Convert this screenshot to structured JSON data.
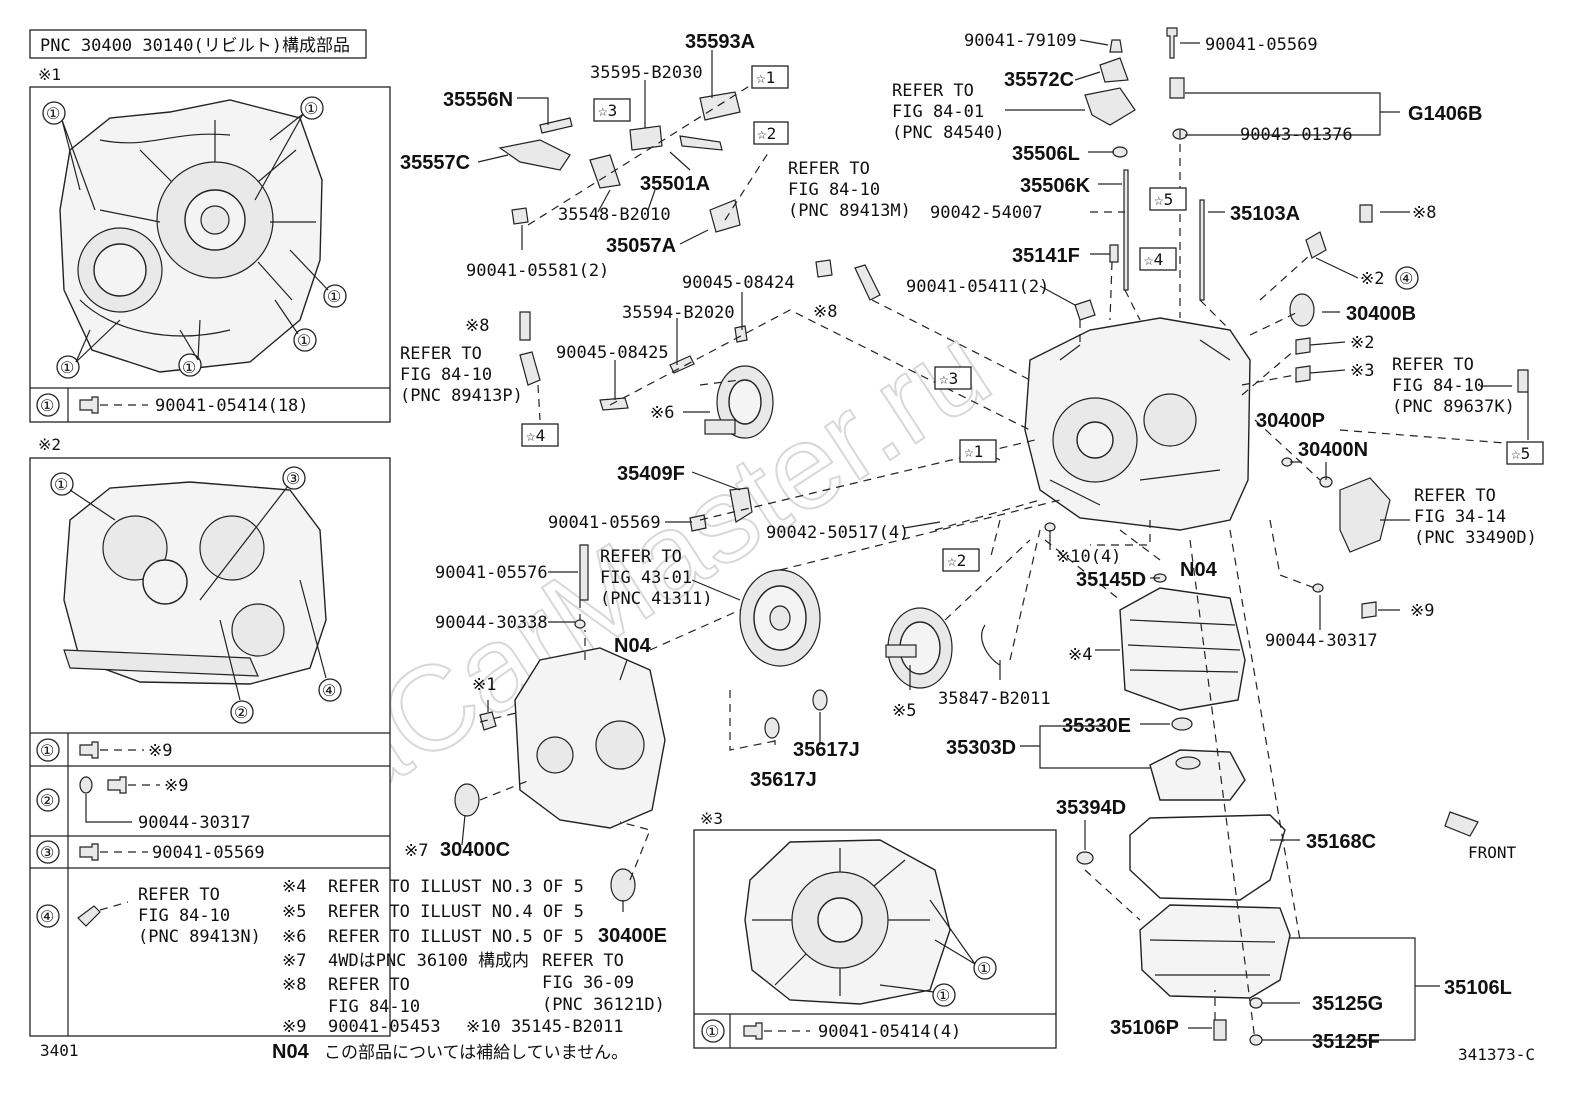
{
  "header": {
    "title": "PNC 30400 30140(リビルト)構成部品"
  },
  "markers": {
    "m1": "※1",
    "m2": "※2",
    "m3": "※3"
  },
  "watermark": "ToyotaCarMaster.ru",
  "panel1": {
    "circ": "①",
    "row_code": "90041-05414(18)"
  },
  "panel2": {
    "circ1": "①",
    "circ2": "②",
    "circ3": "③",
    "circ4": "④",
    "row1": "※9",
    "row2a": "※9",
    "row2b": "90044-30317",
    "row3": "90041-05569",
    "row4": [
      "REFER TO",
      "FIG 84-10",
      "(PNC 89413N)"
    ]
  },
  "panel3": {
    "circ": "①",
    "row_code": "90041-05414(4)"
  },
  "stars": {
    "s1": "☆1",
    "s2": "☆2",
    "s3": "☆3",
    "s4": "☆4",
    "s5": "☆5"
  },
  "labels": {
    "p35593A": "35593A",
    "p35595": "35595-B2030",
    "p35556N": "35556N",
    "p35557C": "35557C",
    "p35501A": "35501A",
    "p35548": "35548-B2010",
    "p35057A": "35057A",
    "p90041_05581": "90041-05581(2)",
    "p90045_08424": "90045-08424",
    "p35594": "35594-B2020",
    "p90045_08425": "90045-08425",
    "m8a": "※8",
    "m8b": "※8",
    "ref1": [
      "REFER TO",
      "FIG 84-10",
      "(PNC 89413P)"
    ],
    "ref2": [
      "REFER TO",
      "FIG 84-10",
      "(PNC 89413M)"
    ],
    "ref3": [
      "REFER TO",
      "FIG 84-01",
      "(PNC 84540)"
    ],
    "ref4": [
      "REFER TO",
      "FIG 84-10",
      "(PNC 89637K)"
    ],
    "ref5": [
      "REFER TO",
      "FIG 34-14",
      "(PNC 33490D)"
    ],
    "ref6": [
      "REFER TO",
      "FIG 43-01",
      "(PNC 41311)"
    ],
    "m6": "※6",
    "p35409F": "35409F",
    "p90041_05569a": "90041-05569",
    "p90041_05576": "90041-05576",
    "p90044_30338": "90044-30338",
    "N04a": "N04",
    "m1b": "※1",
    "m7": "※7",
    "p30400C": "30400C",
    "p30400E": "30400E",
    "p90041_79109": "90041-79109",
    "p90041_05569b": "90041-05569",
    "p35572C": "35572C",
    "pG1406B": "G1406B",
    "p90043_01376": "90043-01376",
    "p35506L": "35506L",
    "p35506K": "35506K",
    "p90042_54007": "90042-54007",
    "p35103A": "35103A",
    "m8c": "※8",
    "p35141F": "35141F",
    "m2c": "※2",
    "p90041_05411": "90041-05411(2)",
    "p30400B": "30400B",
    "m2d": "※2",
    "m3d": "※3",
    "p30400P": "30400P",
    "p30400N": "30400N",
    "p90042_50517": "90042-50517(4)",
    "m10": "※10(4)",
    "p35145D": "35145D",
    "N04b": "N04",
    "p90044_30317": "90044-30317",
    "m9": "※9",
    "m4": "※4",
    "m5": "※5",
    "p35847": "35847-B2011",
    "p35617J_a": "35617J",
    "p35617J_b": "35617J",
    "p35330E": "35330E",
    "p35303D": "35303D",
    "p35394D": "35394D",
    "p35168C": "35168C",
    "p35106L": "35106L",
    "p35125G": "35125G",
    "p35125F": "35125F",
    "p35106P": "35106P",
    "front": "FRONT"
  },
  "notes": {
    "n4": [
      "※4",
      "REFER TO ILLUST NO.3 OF 5"
    ],
    "n5": [
      "※5",
      "REFER TO ILLUST NO.4 OF 5"
    ],
    "n6": [
      "※6",
      "REFER TO ILLUST NO.5 OF 5"
    ],
    "n7": [
      "※7",
      "4WDはPNC 36100 構成内",
      "REFER TO",
      "FIG 36-09",
      "(PNC 36121D)"
    ],
    "n8": [
      "※8",
      "REFER TO",
      "FIG 84-10"
    ],
    "n9": [
      "※9",
      "90041-05453",
      "※10 35145-B2011"
    ],
    "nN04": [
      "N04",
      "この部品については補給していません。"
    ]
  },
  "footer": {
    "left": "3401",
    "right": "341373-C"
  }
}
